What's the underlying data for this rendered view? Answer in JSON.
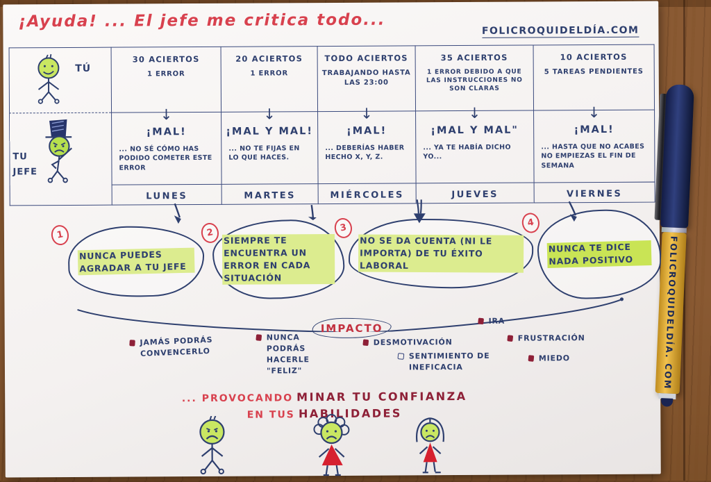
{
  "header": {
    "title": "¡Ayuda! ... El jefe me critica todo...",
    "site": "FOLICROQUIDELDÍA.COM"
  },
  "actors": {
    "you": "TÚ",
    "boss_line1": "TU",
    "boss_line2": "JEFE"
  },
  "icons": {
    "down_arrow": "↓"
  },
  "week": {
    "days": [
      {
        "name": "LUNES",
        "score1": "30 ACIERTOS",
        "score2": "1 ERROR",
        "reaction": "¡MAL!",
        "comment": "... NO SÉ CÓMO HAS PODIDO COMETER ESTE ERROR"
      },
      {
        "name": "MARTES",
        "score1": "20 ACIERTOS",
        "score2": "1 ERROR",
        "reaction": "¡MAL Y MAL!",
        "comment": "... NO TE FIJAS EN LO QUE HACES."
      },
      {
        "name": "MIÉRCOLES",
        "score1": "TODO ACIERTOS",
        "score2": "TRABAJANDO HASTA LAS 23:00",
        "reaction": "¡MAL!",
        "comment": "... DEBERÍAS HABER HECHO X, Y, Z."
      },
      {
        "name": "JUEVES",
        "score1": "35 ACIERTOS",
        "score2": "1 ERROR DEBIDO A QUE LAS INSTRUCCIONES NO SON CLARAS",
        "reaction": "¡MAL Y MAL\"",
        "comment": "... YA TE HABÍA DICHO YO..."
      },
      {
        "name": "VIERNES",
        "score1": "10 ACIERTOS",
        "score2": "5 TAREAS PENDIENTES",
        "reaction": "¡MAL!",
        "comment": "... HASTA QUE NO ACABES NO EMPIEZAS EL FIN DE SEMANA"
      }
    ]
  },
  "conclusions": [
    {
      "num": "1",
      "text": "NUNCA PUEDES AGRADAR A TU JEFE"
    },
    {
      "num": "2",
      "text": "SIEMPRE TE ENCUENTRA UN ERROR EN CADA SITUACIÓN"
    },
    {
      "num": "3",
      "text": "NO SE DA CUENTA (NI LE IMPORTA) DE TU ÉXITO LABORAL"
    },
    {
      "num": "4",
      "text": "NUNCA TE DICE NADA POSITIVO"
    }
  ],
  "impact": {
    "label": "IMPACTO",
    "items": [
      "JAMÁS PODRÁS CONVENCERLO",
      "NUNCA PODRÁS HACERLE \"FELIZ\"",
      "DESMOTIVACIÓN",
      "SENTIMIENTO DE INEFICACIA",
      "IRA",
      "FRUSTRACIÓN",
      "MIEDO"
    ]
  },
  "footer": {
    "lead": "... PROVOCANDO",
    "emph1": "MINAR TU CONFIANZA",
    "mid": "EN TUS",
    "emph2": "HABILIDADES"
  },
  "pen": {
    "label": "FOLICROQUIDELDÍA. COM"
  },
  "colors": {
    "ink_blue": "#2e3f6e",
    "red": "#d8414e",
    "maroon": "#8e2037",
    "highlight_green": "#c9e455",
    "pen_yellow": "#f2c24e",
    "wood": "#8a5a33"
  }
}
